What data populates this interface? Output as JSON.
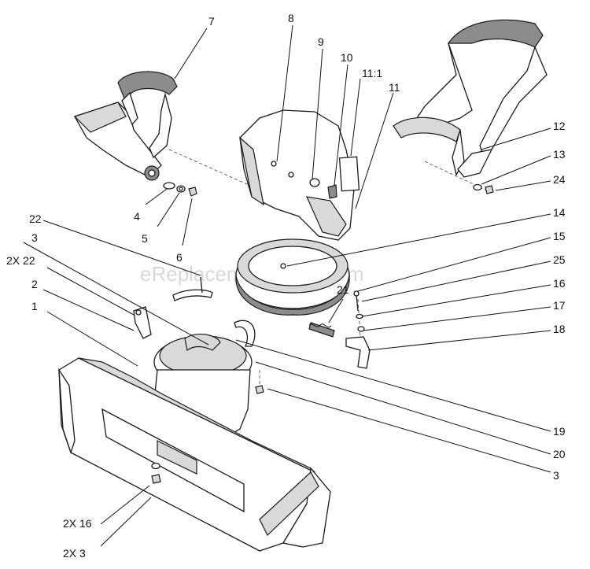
{
  "watermark": "eReplacementParts.com",
  "callouts": {
    "c7": "7",
    "c8": "8",
    "c9": "9",
    "c10": "10",
    "c11_1": "11:1",
    "c11": "11",
    "c12": "12",
    "c13": "13",
    "c24": "24",
    "c14": "14",
    "c15": "15",
    "c25": "25",
    "c16": "16",
    "c17": "17",
    "c18": "18",
    "c4": "4",
    "c5": "5",
    "c6": "6",
    "c22": "22",
    "c3_top": "3",
    "c2x22": "2X 22",
    "c2": "2",
    "c1": "1",
    "c21": "21",
    "c19": "19",
    "c20": "20",
    "c3_right": "3",
    "c2x16": "2X 16",
    "c2x3": "2X 3"
  },
  "colors": {
    "line": "#111111",
    "part_fill": "#ffffff",
    "shade_light": "#d9d9d9",
    "shade_dark": "#8c8c8c"
  }
}
